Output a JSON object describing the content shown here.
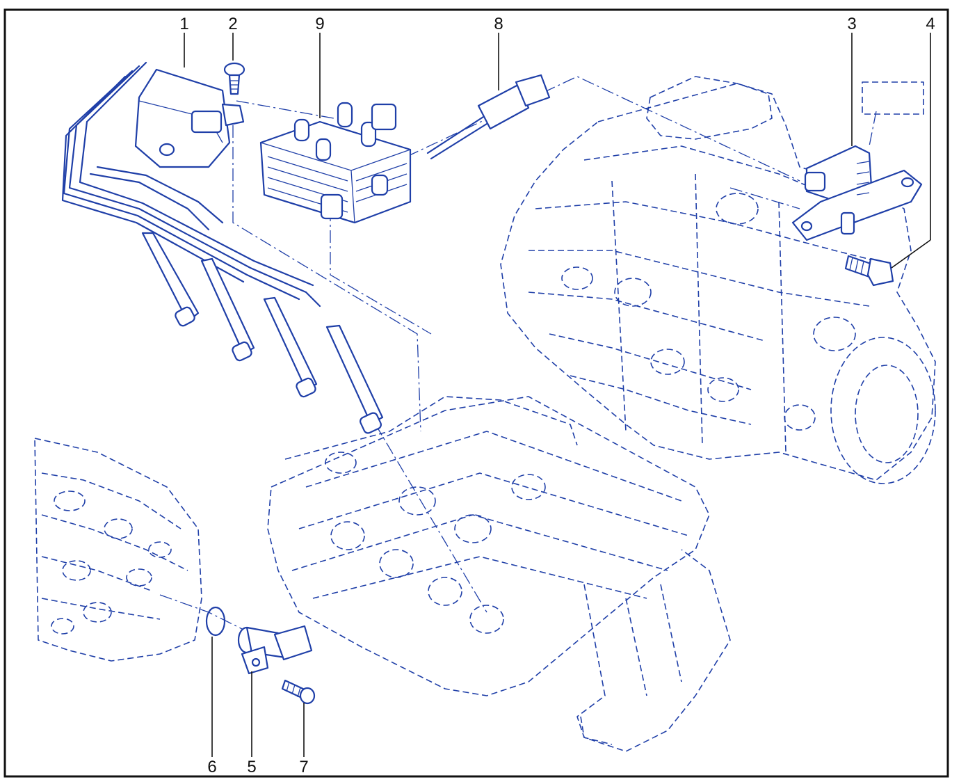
{
  "diagram": {
    "colors": {
      "ink": "#1f3fa8",
      "frame": "#111111",
      "background": "#ffffff"
    },
    "callouts": [
      "1",
      "2",
      "3",
      "4",
      "5",
      "6",
      "7",
      "8",
      "9"
    ]
  }
}
